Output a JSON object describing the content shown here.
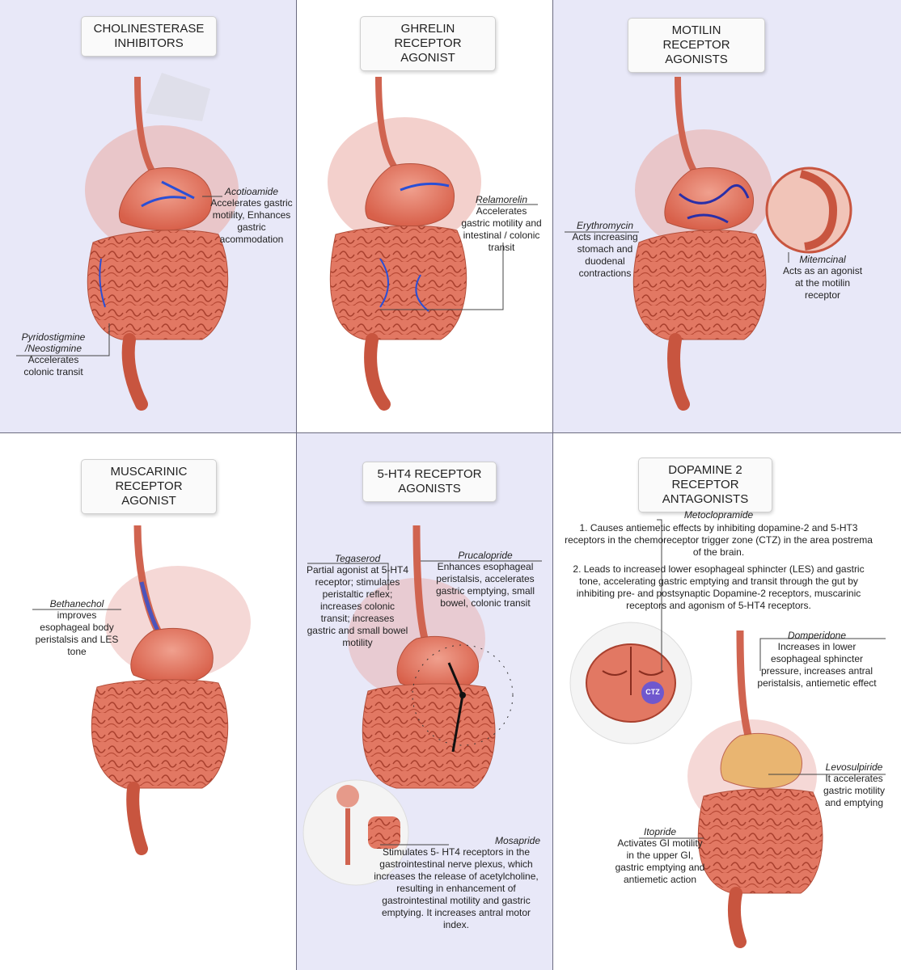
{
  "panels": {
    "cholinesterase": {
      "title": "CHOLINESTERASE INHIBITORS",
      "drug1": "Acotioamide",
      "drug1_desc": "Accelerates gastric motility, Enhances gastric acommodation",
      "drug2": "Pyridostigmine /Neostigmine",
      "drug2_desc": "Accelerates colonic transit"
    },
    "ghrelin": {
      "title": "GHRELIN RECEPTOR AGONIST",
      "drug1": "Relamorelin",
      "drug1_desc": "Accelerates gastric motility and intestinal / colonic transit"
    },
    "motilin": {
      "title": "MOTILIN RECEPTOR AGONISTS",
      "drug1": "Erythromycin",
      "drug1_desc": "Acts increasing stomach and duodenal contractions",
      "drug2": "Mitemcinal",
      "drug2_desc": "Acts as an agonist at the motilin receptor"
    },
    "muscarinic": {
      "title": "MUSCARINIC RECEPTOR AGONIST",
      "drug1": "Bethanechol",
      "drug1_desc": "improves esophageal body peristalsis and LES tone"
    },
    "ht4": {
      "title": "5-HT4 RECEPTOR AGONISTS",
      "drug1": "Tegaserod",
      "drug1_desc": "Partial agonist at 5-HT4 receptor; stimulates peristaltic reflex; increases colonic transit; increases gastric and small bowel motility",
      "drug2": "Prucalopride",
      "drug2_desc": "Enhances esophageal peristalsis, accelerates gastric emptying, small bowel, colonic transit",
      "drug3": "Mosapride",
      "drug3_desc": "Stimulates 5- HT4 receptors in the gastrointestinal nerve plexus, which increases the release of acetylcholine, resulting in enhancement of gastrointestinal motility and gastric emptying. It increases antral motor index."
    },
    "dopamine": {
      "title": "DOPAMINE 2 RECEPTOR ANTAGONISTS",
      "drug1": "Metoclopramide",
      "drug1_desc1": "1. Causes antiemetic effects by inhibiting dopamine-2 and 5-HT3 receptors in the chemoreceptor trigger zone (CTZ) in the area postrema of the brain.",
      "drug1_desc2": "2. Leads to increased lower esophageal sphincter (LES) and gastric tone, accelerating gastric emptying and transit through the gut by inhibiting pre- and postsynaptic Dopamine-2 receptors, muscarinic receptors and agonism of 5-HT4 receptors.",
      "ctz": "CTZ",
      "drug2": "Domperidone",
      "drug2_desc": "Increases in lower esophageal sphincter pressure, increases antral peristalsis, antiemetic effect",
      "drug3": "Levosulpiride",
      "drug3_desc": "It accelerates gastric motility and emptying",
      "drug4": "Itopride",
      "drug4_desc": "Activates GI motility in the upper GI, gastric emptying and antiemetic action"
    }
  },
  "colors": {
    "panel_tint": "#e8e8f8",
    "organ": "#e07a66",
    "organ_dark": "#c8553f",
    "arrow_blue": "#2a4fd6"
  }
}
